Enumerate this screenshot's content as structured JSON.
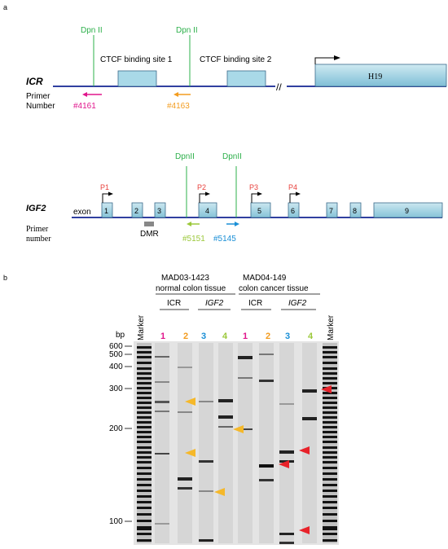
{
  "panels": {
    "a": "a",
    "b": "b"
  },
  "colors": {
    "green": "#2db04b",
    "magenta": "#e0168c",
    "orange": "#f39c1f",
    "lime": "#9bc83a",
    "blue": "#1a8fd6",
    "red": "#e8413d",
    "box_fill": "#a9d9e8",
    "line": "#3040a0"
  },
  "icr": {
    "label": "ICR",
    "dpn1": "Dpn II",
    "dpn2": "Dpn II",
    "ctcf1": "CTCF binding site 1",
    "ctcf2": "CTCF binding site 2",
    "h19": "H19",
    "break_mark": "//",
    "primer_label_1": "Primer",
    "primer_label_2": "Number",
    "primer_a": "#4161",
    "primer_b": "#4163"
  },
  "igf2": {
    "label": "IGF2",
    "exon_label": "exon",
    "dpn1": "DpnII",
    "dpn2": "DpnII",
    "promoters": [
      "P1",
      "P2",
      "P3",
      "P4"
    ],
    "exons": [
      "1",
      "2",
      "3",
      "4",
      "5",
      "6",
      "7",
      "8",
      "9"
    ],
    "dmr": "DMR",
    "primer_label_1": "Primer",
    "primer_label_2": "number",
    "primer_a": "#5151",
    "primer_b": "#5145"
  },
  "gel": {
    "sample1_id": "MAD03-1423",
    "sample1_desc": "normal colon tissue",
    "sample2_id": "MAD04-149",
    "sample2_desc": "colon cancer tissue",
    "group_icr_1": "ICR",
    "group_igf2_1": "IGF2",
    "group_icr_2": "ICR",
    "group_igf2_2": "IGF2",
    "lanes": [
      "1",
      "2",
      "3",
      "4",
      "1",
      "2",
      "3",
      "4"
    ],
    "marker_left": "Marker",
    "marker_right": "Marker",
    "bp": "bp",
    "size_labels": [
      "600",
      "500",
      "400",
      "300",
      "200",
      "100"
    ]
  }
}
